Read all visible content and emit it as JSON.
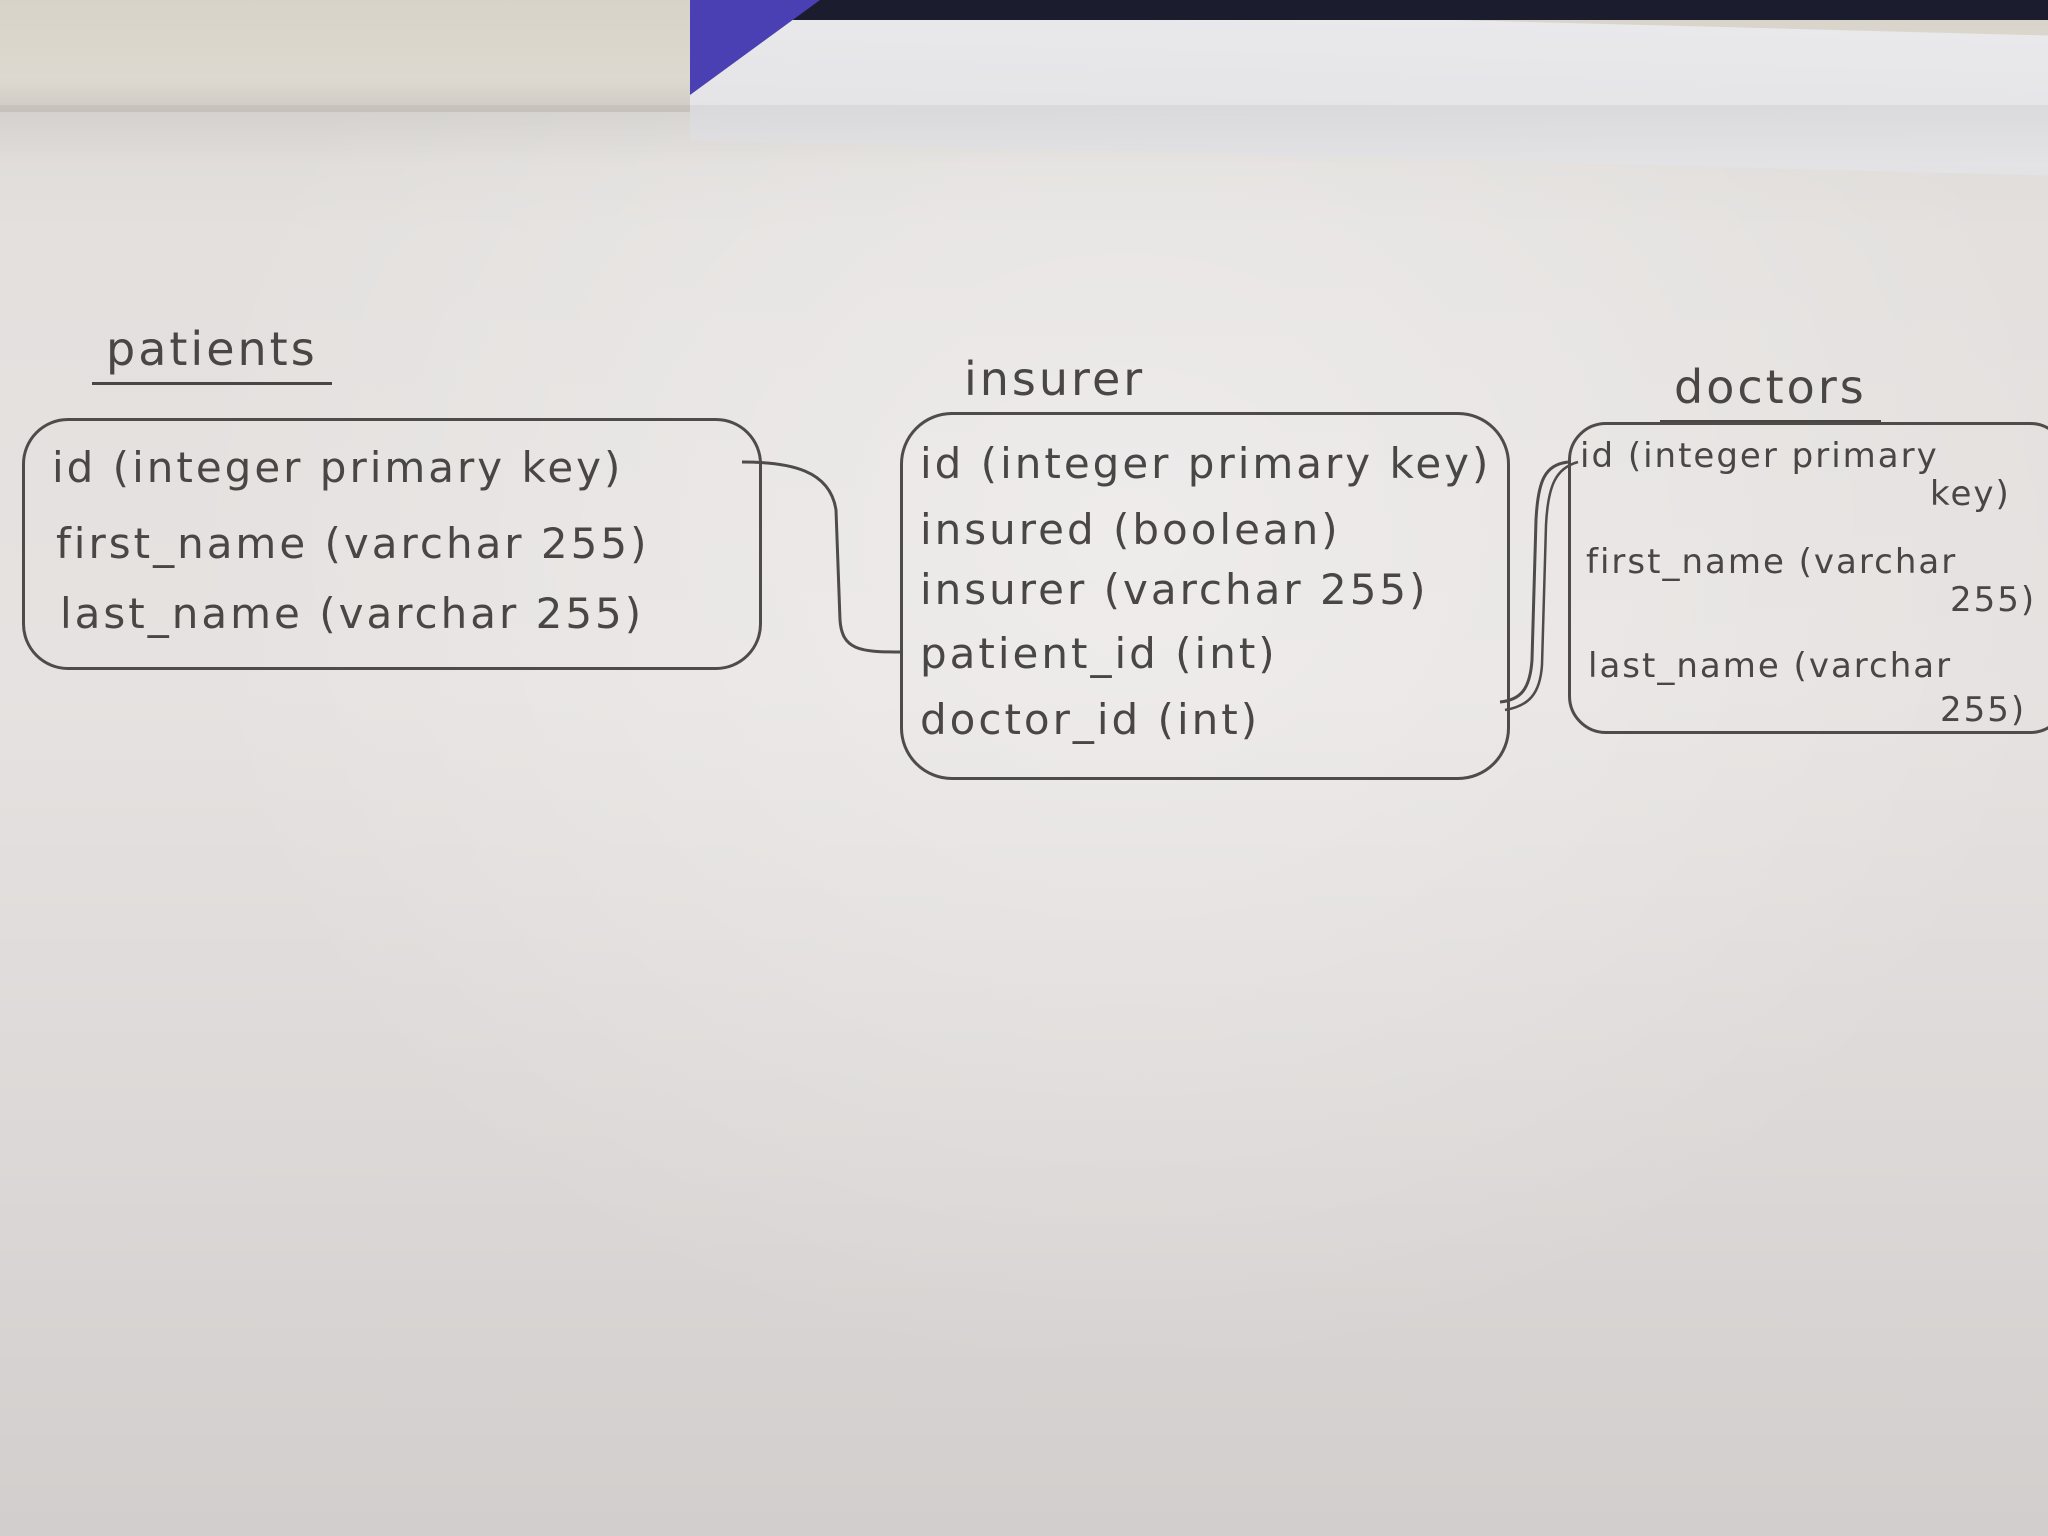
{
  "tables": {
    "patients": {
      "name": "patients",
      "fields": [
        "id (integer primary key)",
        "first_name (varchar 255)",
        "last_name (varchar 255)"
      ]
    },
    "insurer": {
      "name": "insurer",
      "fields": [
        "id (integer primary key)",
        "insured (boolean)",
        "insurer (varchar 255)",
        "patient_id (int)",
        "doctor_id (int)"
      ]
    },
    "doctors": {
      "name": "doctors",
      "fields": [
        {
          "line1": "id (integer primary",
          "line2": "key)"
        },
        {
          "line1": "first_name (varchar",
          "line2": "255)"
        },
        {
          "line1": "last_name (varchar",
          "line2": "255)"
        }
      ]
    }
  },
  "relations": [
    {
      "from": "patients.id",
      "to": "insurer.patient_id"
    },
    {
      "from": "doctors.id",
      "to": "insurer.doctor_id"
    }
  ],
  "colors": {
    "ink": "#4a4646",
    "paper": "#e4e1df",
    "folder_blue": "#4a3fb3",
    "folder_dark": "#1b1d2e"
  }
}
